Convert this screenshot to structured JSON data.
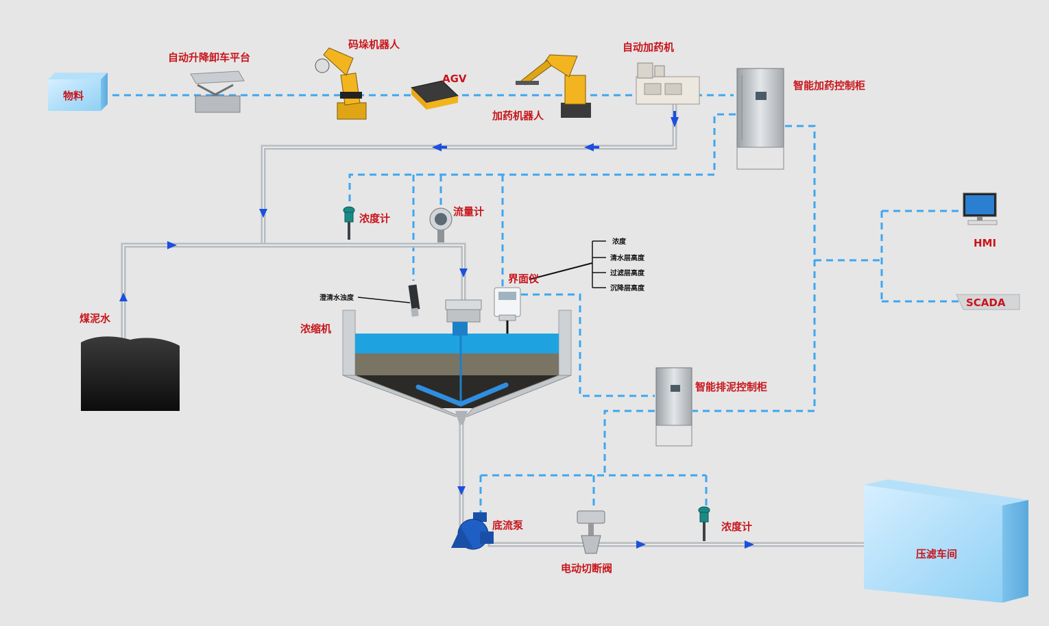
{
  "labels": {
    "material": "物料",
    "lift_platform": "自动升降卸车平台",
    "stacking_robot": "码垛机器人",
    "agv": "AGV",
    "dosing_robot": "加药机器人",
    "auto_dosing": "自动加药机",
    "dosing_cabinet": "智能加药控制柜",
    "density_meter_top": "浓度计",
    "flow_meter": "流量计",
    "interface_meter": "界面仪",
    "clear_water_turbidity": "澄清水浊度",
    "coal_slurry": "煤泥水",
    "thickener": "浓缩机",
    "sludge_cabinet": "智能排泥控制柜",
    "hmi": "HMI",
    "scada": "SCADA",
    "underflow_pump": "底流泵",
    "electric_valve": "电动切断阀",
    "density_meter_bottom": "浓度计",
    "filter_press": "压滤车间"
  },
  "interface_outputs": [
    "浓度",
    "清水层高度",
    "过滤层高度",
    "沉降层高度"
  ],
  "colors": {
    "label_red": "#c8141a",
    "signal_blue": "#3ea6ef",
    "flow_arrow": "#1a4fe0",
    "pipe_grey": "#b8bcc0",
    "water_blue": "#1fa3e0",
    "background": "#e6e6e6"
  },
  "icons": [
    "material-box-icon",
    "lift-platform-icon",
    "robot-arm-icon",
    "agv-icon",
    "dosing-machine-icon",
    "control-cabinet-icon",
    "density-meter-icon",
    "flow-meter-icon",
    "turbidity-sensor-icon",
    "interface-meter-icon",
    "coal-pile-icon",
    "thickener-tank-icon",
    "pump-icon",
    "valve-icon",
    "monitor-icon",
    "filter-press-box-icon"
  ]
}
